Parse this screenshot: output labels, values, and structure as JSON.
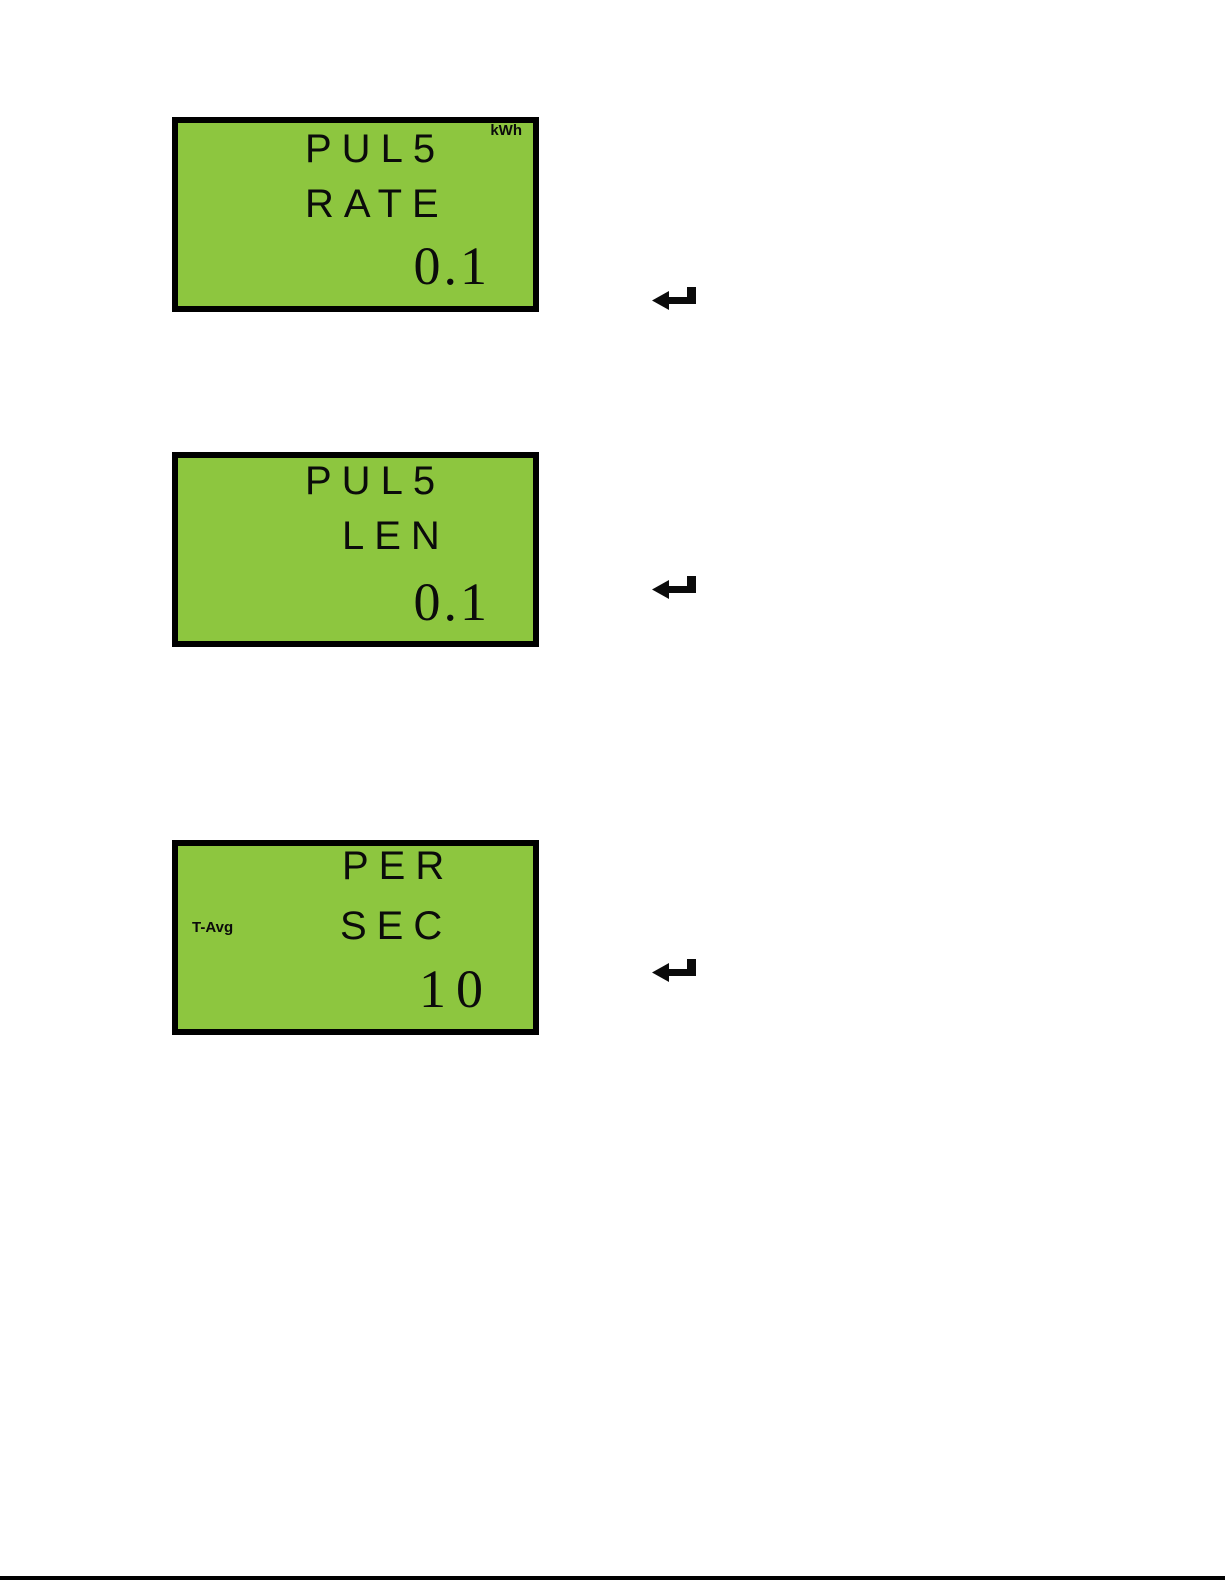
{
  "colors": {
    "lcd_green": "#8dc63f",
    "lcd_border": "#000000",
    "lcd_text": "#0b0b0b",
    "page_background": "#ffffff"
  },
  "displays": [
    {
      "id": "pulse-rate",
      "line1": "PUL5",
      "line2": "RATE",
      "value": "0.1",
      "unit": "kWh"
    },
    {
      "id": "pulse-length",
      "line1": "PUL5",
      "line2": "LEN",
      "value": "0.1"
    },
    {
      "id": "per-second",
      "line1": "PER",
      "line2": "SEC",
      "value": "10",
      "annotation": "T-Avg"
    }
  ],
  "icons": {
    "enter_arrow": "enter-arrow-icon"
  }
}
